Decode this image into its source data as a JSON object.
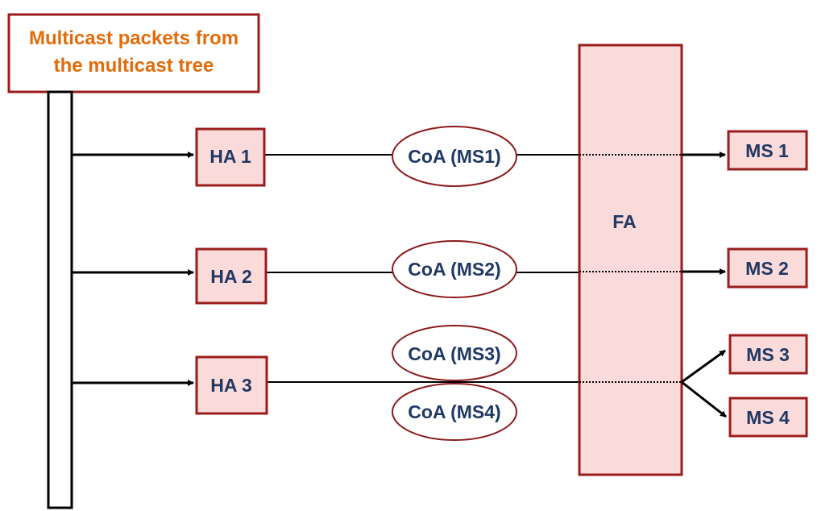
{
  "title": {
    "line1": "Multicast packets from",
    "line2": "the multicast tree"
  },
  "home_agents": [
    "HA 1",
    "HA 2",
    "HA 3"
  ],
  "care_of_addresses": [
    "CoA (MS1)",
    "CoA (MS2)",
    "CoA (MS3)",
    "CoA (MS4)"
  ],
  "foreign_agent": "FA",
  "mobile_stations": [
    "MS 1",
    "MS 2",
    "MS 3",
    "MS 4"
  ],
  "colors": {
    "box_fill": "#fbdada",
    "box_border": "#9b1c1c",
    "title_text": "#e36c0a",
    "node_text": "#1f3864"
  }
}
